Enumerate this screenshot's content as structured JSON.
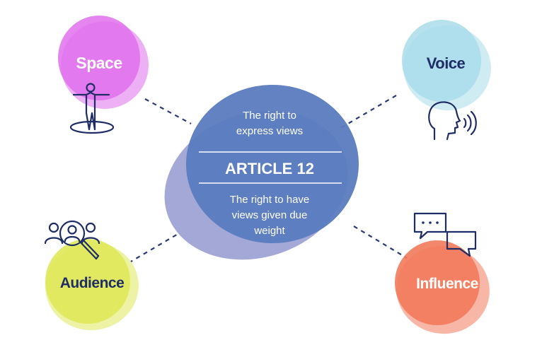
{
  "center": {
    "top_text_line1": "The right to",
    "top_text_line2": "express views",
    "title": "ARTICLE 12",
    "bottom_text_line1": "The right to have",
    "bottom_text_line2": "views given due",
    "bottom_text_line3": "weight",
    "colors": {
      "back": "#a3a8d6",
      "front": "#5a7bbf",
      "line": "#ffffff"
    }
  },
  "nodes": {
    "space": {
      "label": "Space",
      "color": "#e070ec",
      "icon": "person-standing-icon"
    },
    "voice": {
      "label": "Voice",
      "color": "#a9dcea",
      "icon": "speaking-head-icon"
    },
    "audience": {
      "label": "Audience",
      "color": "#dfe85a",
      "icon": "audience-search-icon"
    },
    "influence": {
      "label": "Influence",
      "color": "#f27a5c",
      "icon": "speech-bubbles-icon"
    }
  },
  "label_colors": {
    "space": "#ffffff",
    "voice": "#1f2d66",
    "audience": "#1f2d66",
    "influence": "#ffffff"
  }
}
